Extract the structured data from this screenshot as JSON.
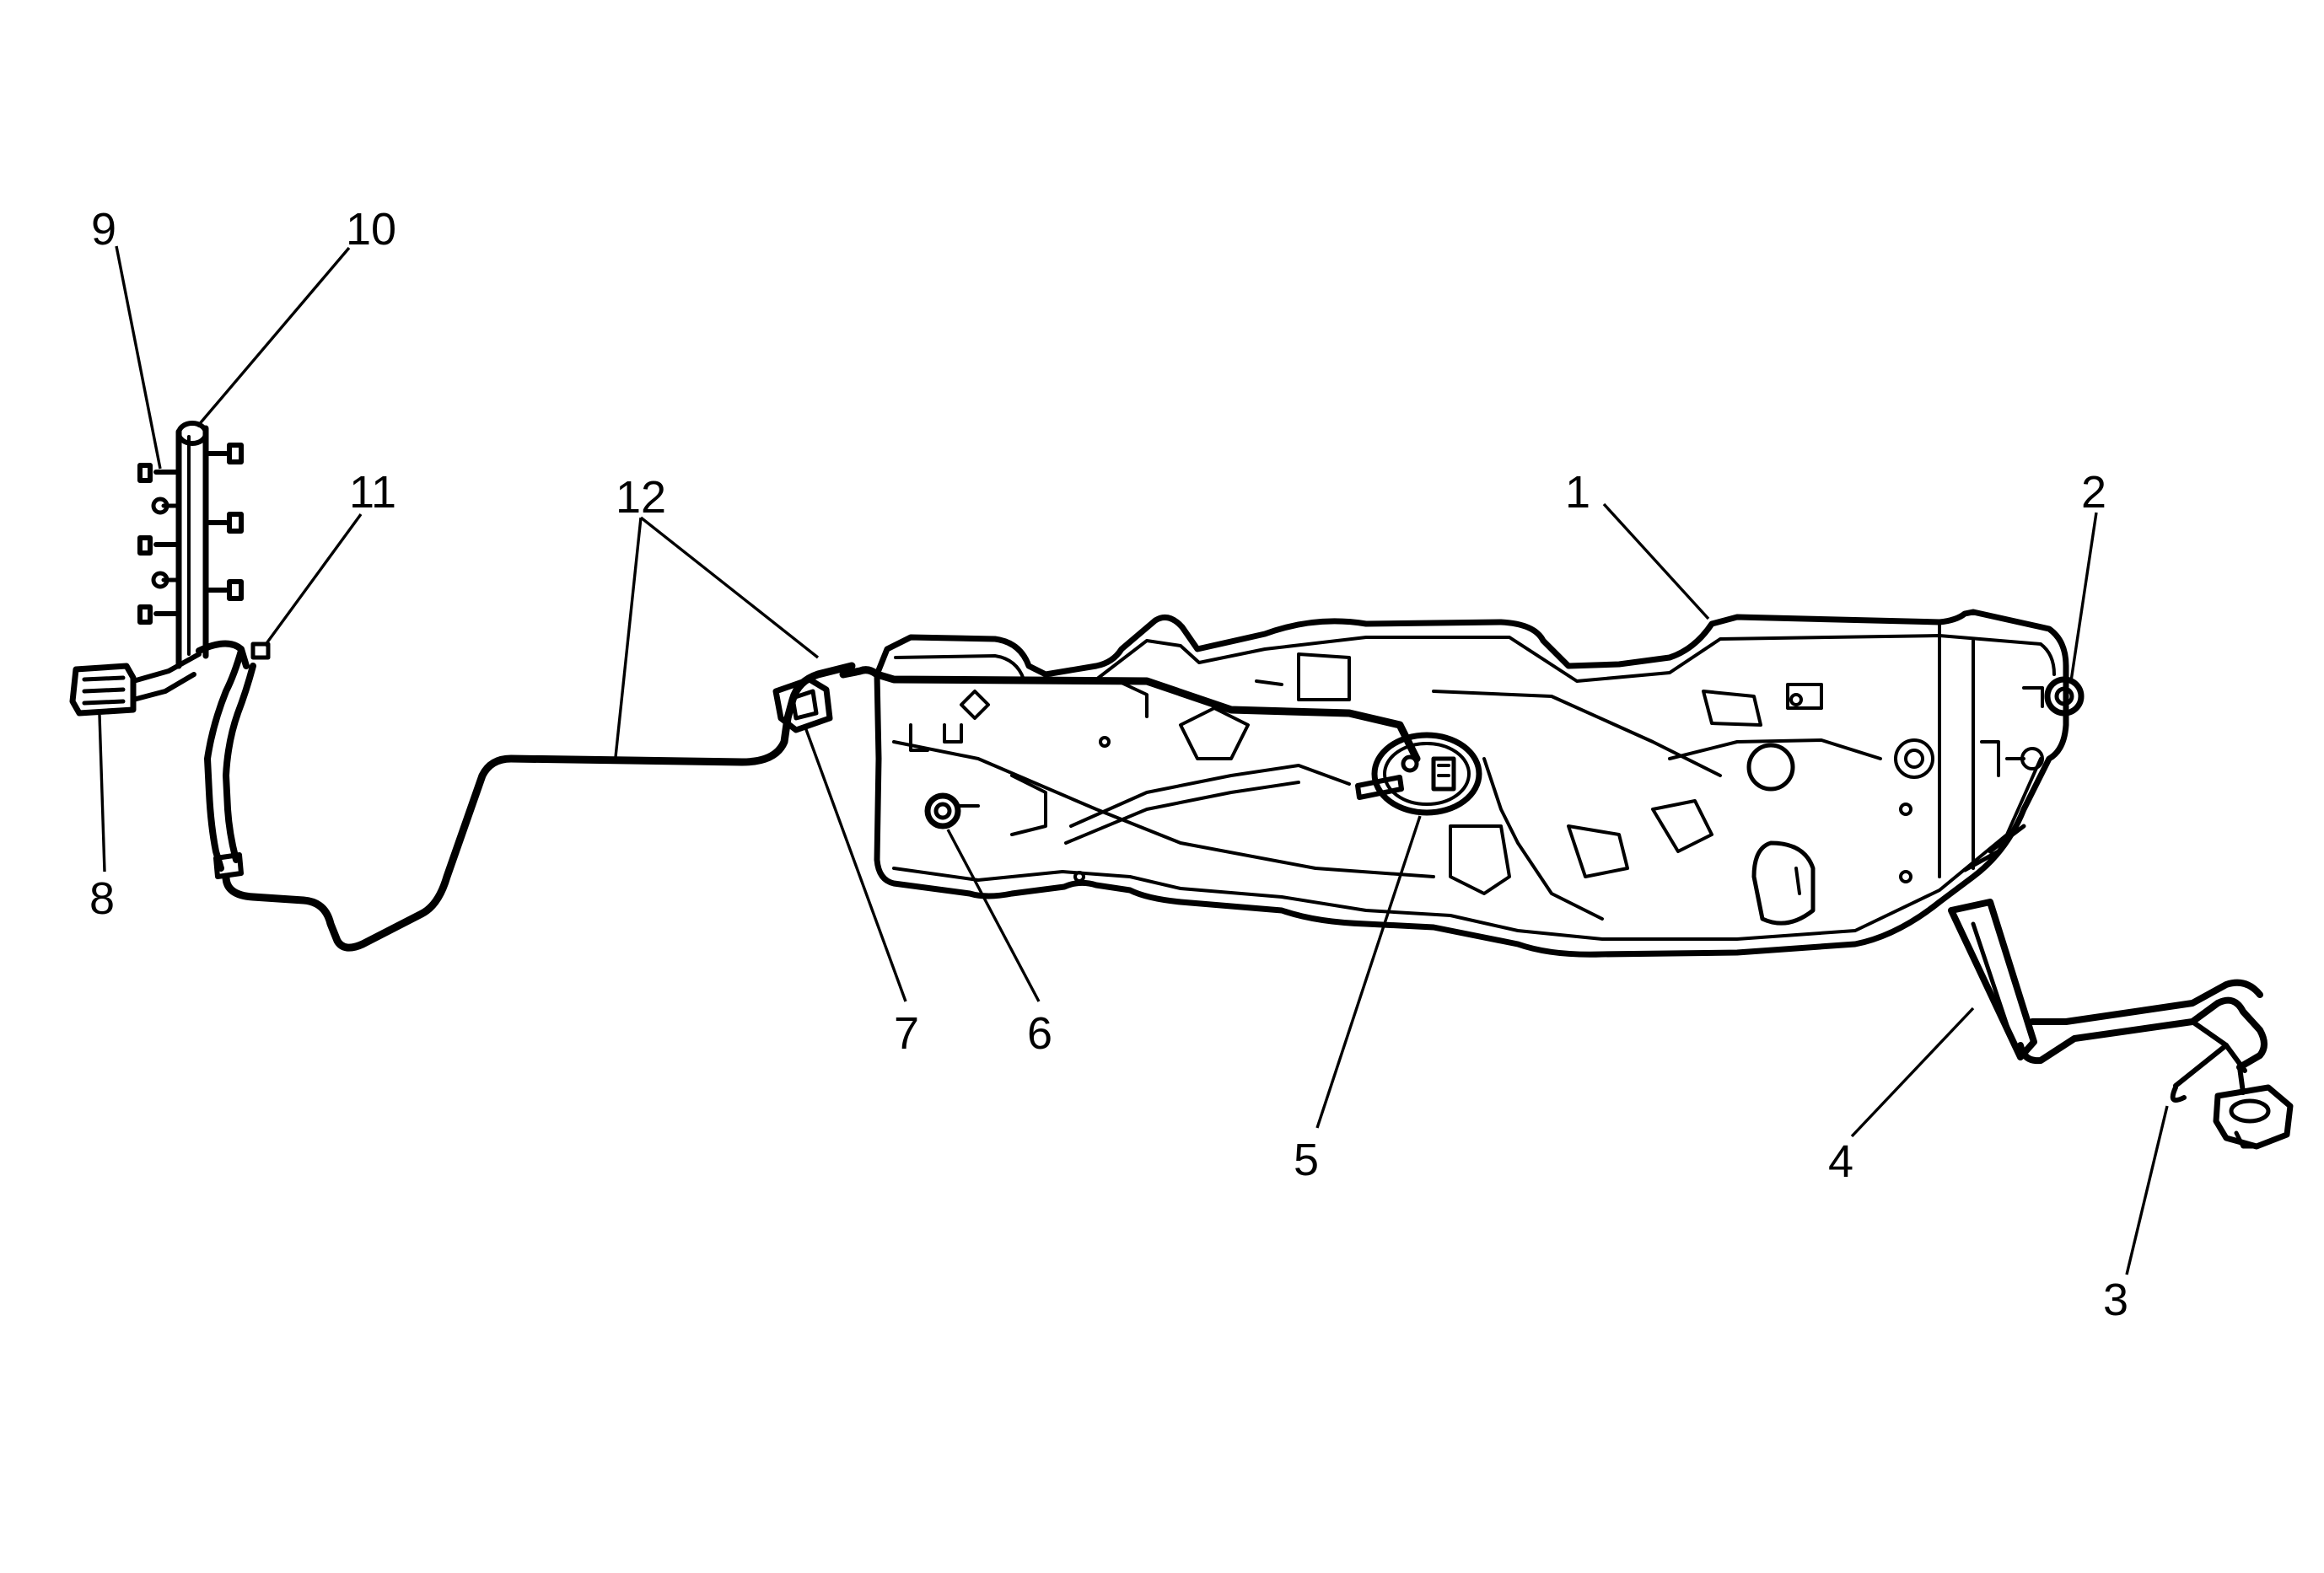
{
  "diagram": {
    "kind": "fuel system exploded line drawing",
    "ink_color": "#000000",
    "background_color": "#ffffff"
  },
  "callouts": [
    {
      "id": "1",
      "label": "1"
    },
    {
      "id": "2",
      "label": "2"
    },
    {
      "id": "3",
      "label": "3"
    },
    {
      "id": "4",
      "label": "4"
    },
    {
      "id": "5",
      "label": "5"
    },
    {
      "id": "6",
      "label": "6"
    },
    {
      "id": "7",
      "label": "7"
    },
    {
      "id": "8",
      "label": "8"
    },
    {
      "id": "9",
      "label": "9"
    },
    {
      "id": "10",
      "label": "10"
    },
    {
      "id": "11",
      "label": "11"
    },
    {
      "id": "12",
      "label": "12"
    }
  ]
}
